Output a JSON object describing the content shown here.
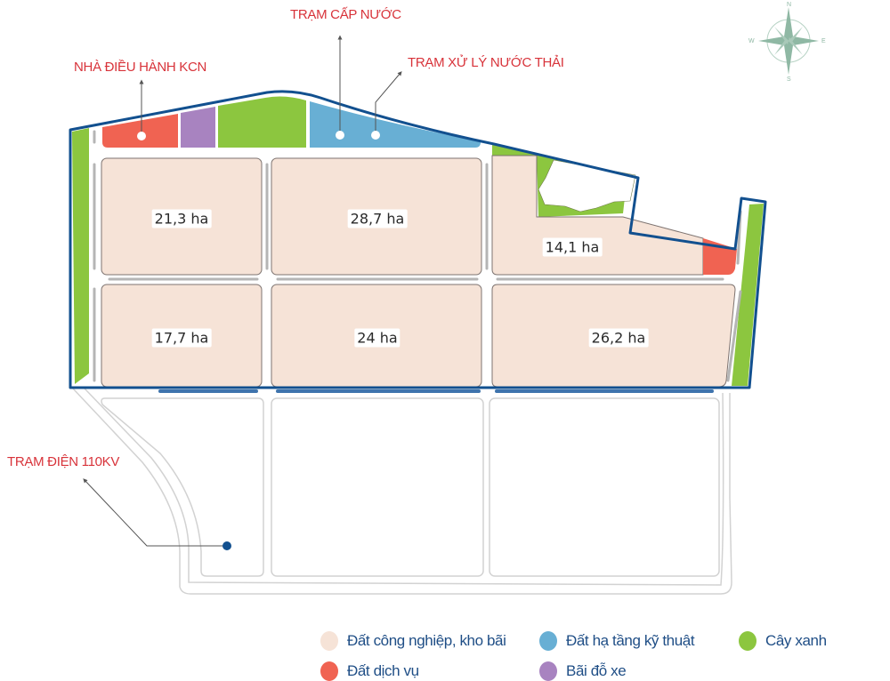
{
  "colors": {
    "industrial": "#f6e3d7",
    "infrastructure": "#68afd4",
    "green": "#8cc63f",
    "service": "#f06352",
    "parking": "#a883c0",
    "boundary": "#12508f",
    "callout_text": "#d8333a",
    "legend_text": "#1f4e86",
    "compass": "#8fb8a4"
  },
  "compass": {
    "icon": "compass-rose-icon",
    "north": "N",
    "south": "S",
    "east": "E",
    "west": "W"
  },
  "callouts": {
    "water_supply": "TRẠM CẤP NƯỚC",
    "wastewater": "TRẠM XỬ LÝ NƯỚC THẢI",
    "admin_building": "NHÀ ĐIỀU HÀNH KCN",
    "substation": "TRẠM ĐIỆN 110KV"
  },
  "plots": [
    {
      "id": "plot-1",
      "area": "21,3 ha"
    },
    {
      "id": "plot-2",
      "area": "28,7 ha"
    },
    {
      "id": "plot-3",
      "area": "14,1 ha"
    },
    {
      "id": "plot-4",
      "area": "17,7 ha"
    },
    {
      "id": "plot-5",
      "area": "24 ha"
    },
    {
      "id": "plot-6",
      "area": "26,2 ha"
    }
  ],
  "legend": {
    "items": [
      {
        "label": "Đất công nghiệp, kho bãi",
        "color": "#f6e3d7"
      },
      {
        "label": "Đất hạ tầng kỹ thuật",
        "color": "#68afd4"
      },
      {
        "label": "Cây xanh",
        "color": "#8cc63f"
      },
      {
        "label": "Đất dịch vụ",
        "color": "#f06352"
      },
      {
        "label": "Bãi đỗ xe",
        "color": "#a883c0"
      }
    ]
  }
}
